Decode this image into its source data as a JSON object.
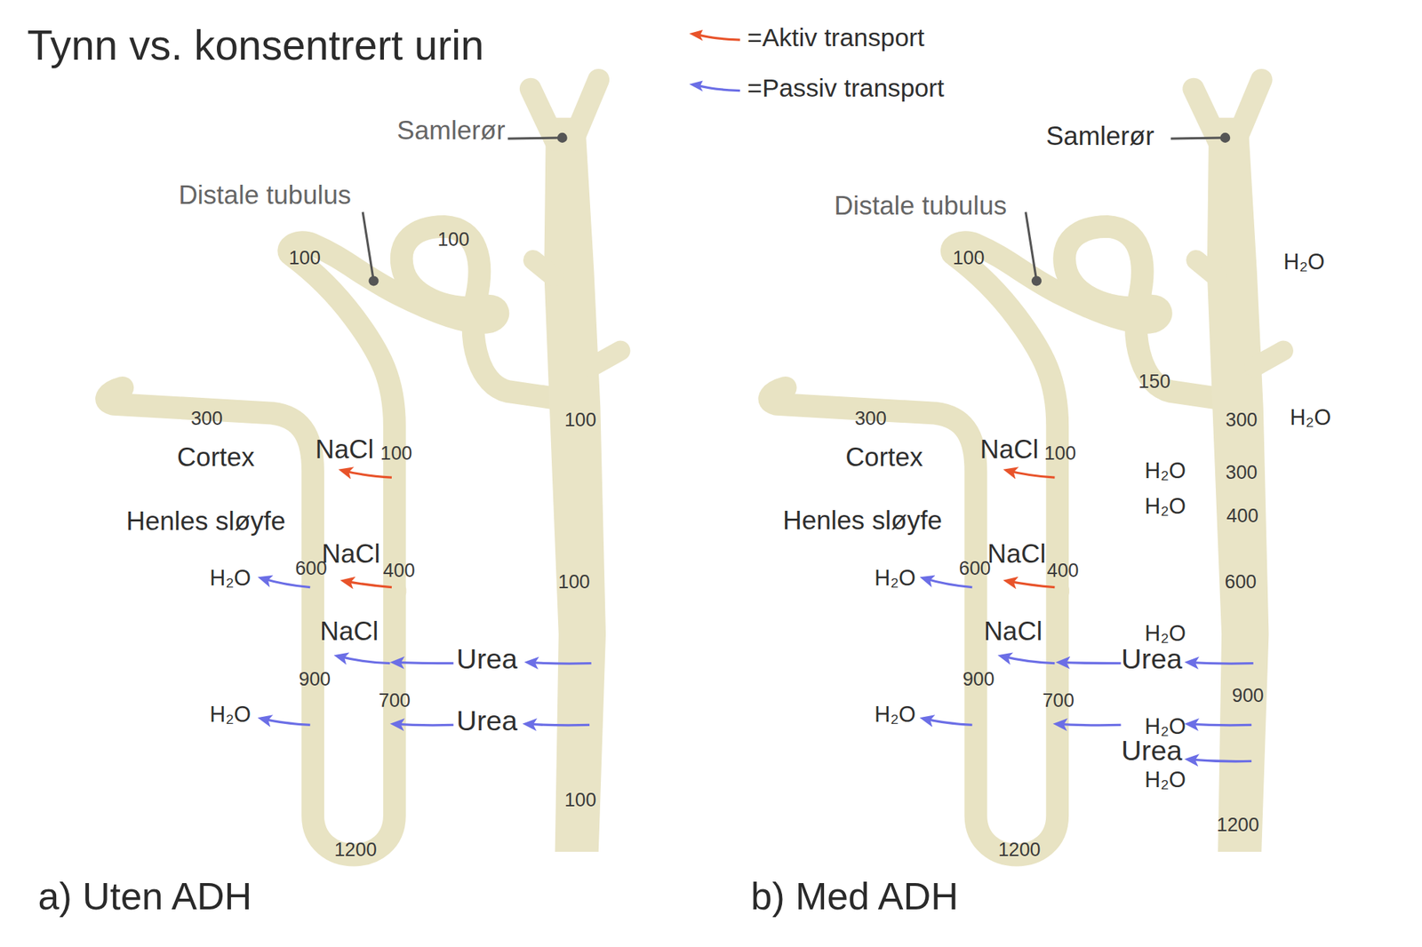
{
  "diagram": {
    "title": "Tynn vs. konsentrert urin",
    "labels": [
      "Samlerør",
      "Distale tubulus",
      "100",
      "100",
      "300",
      "Cortex",
      "NaCl",
      "100",
      "100",
      "Henles sløyfe",
      "H₂O",
      "600",
      "NaCl",
      "400",
      "100",
      "NaCl",
      "Urea",
      "900",
      "700",
      "H₂O",
      "Urea",
      "100",
      "1200",
      "a) Uten ADH",
      "Samlerør",
      "Distale tubulus",
      "100",
      "H₂O",
      "150",
      "300",
      "300",
      "H₂O",
      "Cortex",
      "NaCl",
      "100",
      "H₂O",
      "300",
      "H₂O",
      "400",
      "Henles sløyfe",
      "H₂O",
      "600",
      "NaCl",
      "400",
      "600",
      "NaCl",
      "H₂O",
      "Urea",
      "900",
      "900",
      "700",
      "H₂O",
      "H₂O",
      "Urea",
      "H₂O",
      "1200",
      "1200",
      "b) Med ADH"
    ],
    "legend": [
      {
        "text": "=Aktiv transport"
      },
      {
        "text": "=Passiv transport"
      }
    ]
  }
}
